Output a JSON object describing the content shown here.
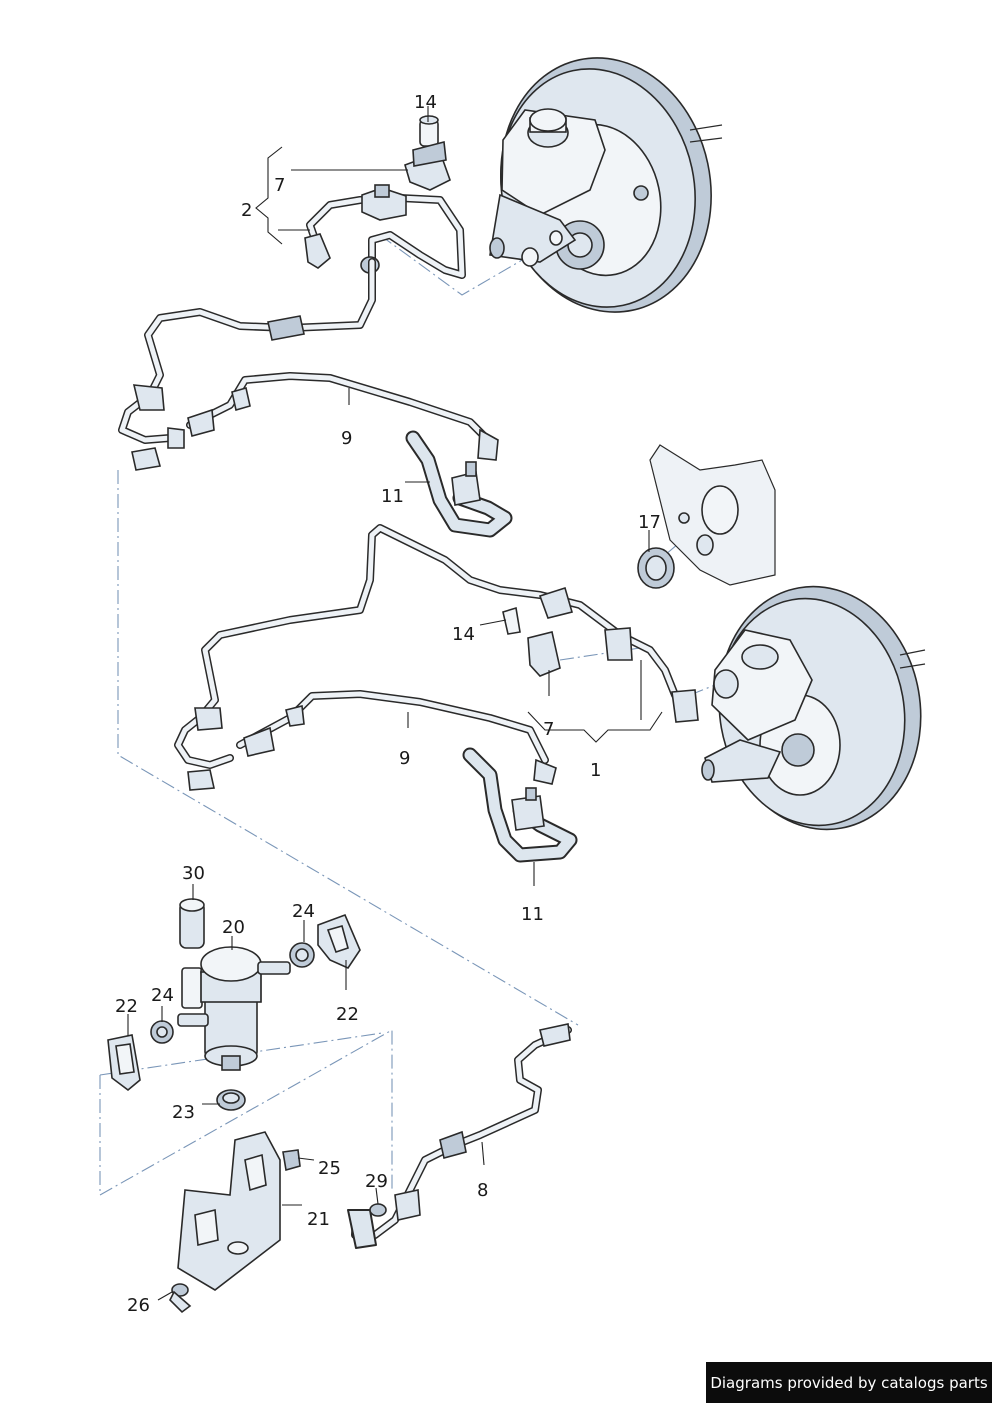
{
  "callouts": {
    "c14_top": "14",
    "c7_top": "7",
    "c2": "2",
    "c9_top": "9",
    "c11_top": "11",
    "c17": "17",
    "c14_mid": "14",
    "c7_mid": "7",
    "c1": "1",
    "c9_mid": "9",
    "c11_mid": "11",
    "c30": "30",
    "c20": "20",
    "c24_right": "24",
    "c22_right": "22",
    "c24_left": "24",
    "c22_left": "22",
    "c23": "23",
    "c25": "25",
    "c21": "21",
    "c29": "29",
    "c8": "8",
    "c26": "26"
  },
  "footer": {
    "credit": "Diagrams provided by catalogs parts"
  }
}
